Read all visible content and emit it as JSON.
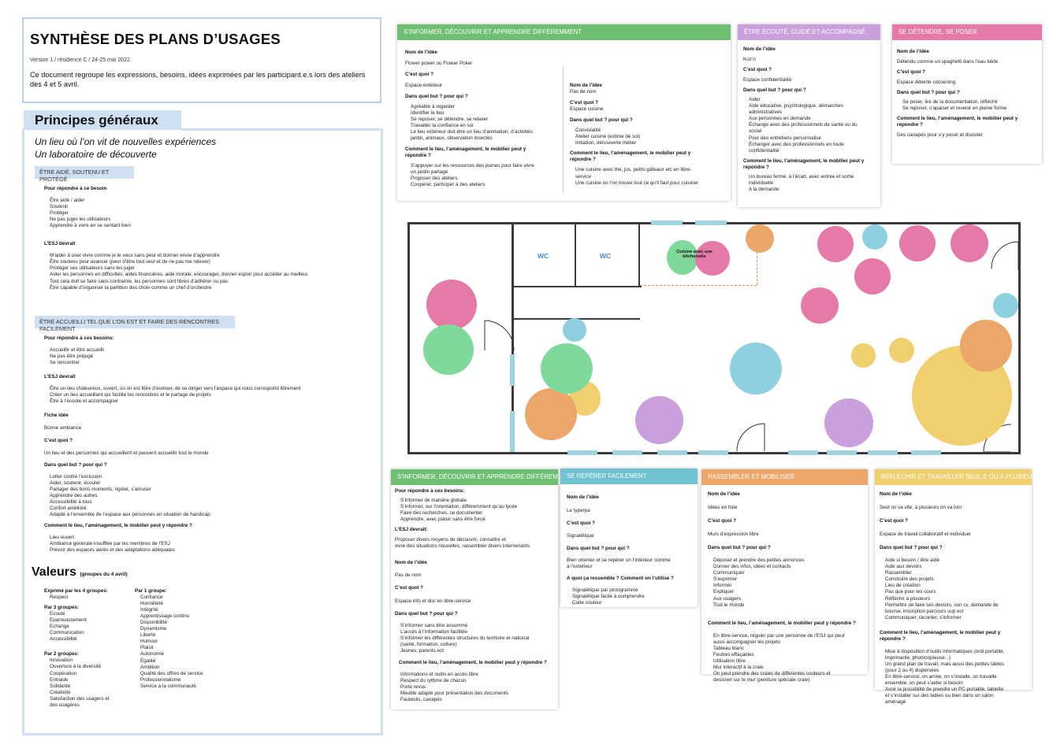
{
  "header": {
    "title": "SYNTHÈSE DES PLANS D’USAGES",
    "version": "Version 1 / résidence C / 24-25 mai 2022",
    "intro": "Ce document regroupe les expressions, besoins, idées exprimées par les participant.e.s lors des ateliers des 4 et 5 avril."
  },
  "principes": {
    "tab": "Principes généraux",
    "tagline1": "Un lieu où l’on vit de nouvelles expériences",
    "tagline2": "Un laboratoire de découverte",
    "s1": {
      "title": "ÊTRE AIDÉ, SOUTENU ET PROTÉGÉ",
      "need_label": "Pour répondre à ce besoin",
      "needs": [
        "Être aidé / aider",
        "Soutenir",
        "Protéger",
        "Ne pas juger les utilisateurs",
        "Apprendre à vivre en se sentant bien"
      ],
      "esj_label": "L’ESJ devrait",
      "esj": [
        "M’aider à oser vivre comme je le veux sans peur et donner envie d’apprendre",
        "Être soutenu pour avancer (peur d’être tout seul et de ne pas me relever)",
        "Protéger ses utilisateurs sans les juger",
        "Aider les personnes en difficultés, aides financières, aide morale, encourager, donner espoir pour accéder au meilleur.",
        "Tout cela doit se faire sans contrainte, les personnes sont libres d’adhérer ou pas",
        "Être capable d’organiser la partition des choix comme un chef d’orchestre"
      ]
    },
    "s2": {
      "title": "ÊTRE ACCUEILLI TEL QUE L’ON EST ET FAIRE DES RENCONTRES FACILEMENT",
      "need_label": "Pour répondre à ces besoins:",
      "needs": [
        "Accueillir et être accueilli",
        "Ne pas être préjugé",
        "Se rencontrer"
      ],
      "esj_label": "L’ESJ devrait",
      "esj": [
        "Être un lieu chaleureux, ouvert, où on est libre d’évoluer, de se diriger vers l’espace qui nous correspond librement",
        "Créer un lieu accueillant qui facilite les rencontres et le partage de projets",
        "Être à l’écoute et accompagner"
      ],
      "fiche_label": "Fiche idée",
      "fiche": "Bonne ambiance",
      "quoi_label": "C’est quoi ?",
      "quoi": "Un lieu et des personnes qui accueillent et peuvent accueillir tout le monde",
      "but_label": "Dans quel but ? pour qui ?",
      "but": [
        "Lutter contre l’exclusion",
        "Aider, soutenir, écouter",
        "Partager des bons moments, rigoler, s’amuser",
        "Apprendre des autres",
        "Accessibilité à tous",
        "Confort amélioré",
        "Adapté à l’ensemble de l’espace aux personnes en situation de handicap"
      ],
      "comment_label": "Comment le lieu, l’aménagement, le mobilier peut y répondre ?",
      "comment": [
        "Lieu ouvert",
        "Ambiance générale insufflée par les membres de l’ESJ",
        "Prévoir des espaces aérés et des adaptations adéquates"
      ]
    }
  },
  "valeurs": {
    "title": "Valeurs",
    "sub": "(groupes du 4 avril)",
    "col1": [
      {
        "label": "Exprimé par les 4 groupes:",
        "items": [
          "Respect"
        ]
      },
      {
        "label": "Par 3 groupes:",
        "items": [
          "Ecoute",
          "Epanouissement",
          "Echange",
          "Communication",
          "Accessibilité"
        ]
      },
      {
        "label": "Par 2 groupes:",
        "items": [
          "Innovation",
          "Ouverture à la diversité",
          "Coopération",
          "Entraide",
          "Solidarité",
          "Créativité",
          "Satisfaction des usagers et",
          "des usagères"
        ]
      }
    ],
    "col2": {
      "label": "Par 1 groupe:",
      "items": [
        "Confiance",
        "Honnêteté",
        "Intégrité",
        "Apprentissage continu",
        "Disponibilité",
        "Dynamisme",
        " Liberté",
        "Humour",
        "Plaisir",
        "Autonomie",
        "Égalité",
        "Ambition",
        "Qualité des offres de service",
        "Professionnalisme",
        "Service à la communauté"
      ]
    }
  },
  "cards": {
    "informer_top": {
      "title": "S’INFORMER, DÉCOUVRIR ET APPRENDRE DIFFÉREMMENT",
      "nom_label": "Nom de l’idée",
      "nom": "Flower power ou Flower Poker",
      "quoi_label": "C’est quoi ?",
      "quoi": "Espace extérieur",
      "but_label": "Dans quel but ? pour qui ?",
      "but": [
        "Agréable à regarder",
        "Identifier le lieu",
        "Se reposer, se détendre, se relaxer",
        "Travailler la confiance en soi",
        "Le lieu extérieur doit être un lieu d’animation, d’activités:",
        "jardin, animaux, observation insectes"
      ],
      "comment_label": "Comment le lieu, l’aménagement, le mobilier peut y répondre ?",
      "comment": [
        "S’appuyer sur les ressources des jeunes pour faire vivre",
        "un jardin partagé",
        "Proposer des ateliers",
        "Coopérer, participer à des ateliers"
      ],
      "nom2": "Pas de nom",
      "quoi2": "Espace cuisine",
      "but2": [
        "Convivialité",
        "Atelier cuisine (estime de soi)",
        "Initiation, découverte métier"
      ],
      "comment2": [
        "Une cuisine avec thé, jus, petits gâteaux etc en libre-",
        "service",
        "Une cuisine où l’on trouve tout ce qu’il faut pour cuisiner"
      ]
    },
    "ecoute": {
      "title": "ÊTRE ÉCOUTÉ, GUIDÉ ET ACCOMPAGNÉ",
      "nom_label": "Nom de l’idée",
      "nom": "Koz’ri",
      "quoi_label": "C’est quoi ?",
      "quoi": "Espace confidentialité",
      "but_label": "Dans quel but ? pour qui ?",
      "but": [
        "Aider",
        "Aide éducative, psychologique, démarches",
        "administratives",
        "Aux personnes en demande",
        "Échange avec des professionnels de santé ou du",
        "social",
        "Pour des entretiens personnalisé",
        "Échanger avec des professionnels en toute",
        "confidentialité"
      ],
      "comment_label": "Comment le lieu, l’aménagement, le mobilier peut y répondre ?",
      "comment": [
        "Un bureau fermé, à l’écart, avec entrée et sortie",
        "individuelle",
        "A la demande"
      ]
    },
    "detendre": {
      "title": "SE DÉTENDRE, SE POSER",
      "nom_label": "Nom de l’idée",
      "nom": "Détendu comme un spaghetti dans l’eau tiède",
      "quoi_label": "C’est quoi ?",
      "quoi": "Espace détente cocooning",
      "but_label": "Dans quel but ? pour qui ?",
      "but": [
        "Se poser, lire de la documentation, réfléchir",
        "Se reposer, s’apaiser et revenir en pleine forme"
      ],
      "comment_label": "Comment le lieu, l’aménagement, le mobilier peut y répondre ?",
      "comment": "Des canapés pour s’y poser et discuter"
    },
    "informer_bottom": {
      "title": "S’INFORMER, DÉCOUVRIR ET APPRENDRE DIFFÉREMMENT",
      "need_label": "Pour répondre à ces besoins:",
      "needs": [
        "S’informer de manière globale",
        "S’informer, sur l’orientation, différemment qu’au lycée",
        "Faire des recherches, se documenter",
        "Apprendre, avec plaisir sans être forcé"
      ],
      "esj_label": "L’ESJ devrait:",
      "esj": [
        "Proposer divers moyens de découvrir, connaître et",
        "vivre des situations nouvelles, rassembler divers intervenants"
      ],
      "nom_label": "Nom de l’idée",
      "nom": "Pas de nom",
      "quoi_label": "C’est quoi ?",
      "quoi": "Espace info et doc en libre-service",
      "but_label": "Dans quel but ? pour qui ?",
      "but": [
        "S’informer sans être assommé",
        "L’accès à l’information facilitée",
        "S’informer les différentes structures du territoire et national",
        "(santé, formation, culture)",
        "Jeunes, parents ect"
      ],
      "comment_label": "Comment le lieu, l’aménagement, le mobilier peut y répondre ?",
      "comment": [
        "Informations et outils en accès libre",
        "Respect du rythme de chacun",
        "Porte revus",
        "Meuble adapté pour présentation des documents",
        "Fauteuils, canapés"
      ]
    },
    "reperer": {
      "title": "SE REPÉRER FACILEMENT",
      "nom_label": "Nom de l’idée",
      "nom": "Le typerpa",
      "quoi_label": "C’est quoi ?",
      "quoi": "Signalétique",
      "but_label": "Dans quel but ? pour qui ?",
      "but": [
        "Bien orienter et se repérer un l’intérieur comme",
        "à l’extérieur"
      ],
      "quoi2_label": "A quoi ça ressemble ? Comment on l’utilise ?",
      "quoi2": [
        "Signalétique par pictogramme",
        "Signalétique facile à comprendre",
        "Code couleur"
      ]
    },
    "rassembler": {
      "title": "RASSEMBLER ET MOBILISER",
      "nom_label": "Nom de l’idée",
      "nom": "Idées en folie",
      "quoi_label": "C’est quoi ?",
      "quoi": "Murs d’expression libre",
      "but_label": "Dans quel but ? pour qui ?",
      "but": [
        "Déposer et prendre des petites annonces",
        "Donner des infos, idées et contacts",
        "Communiquer",
        "S’exprimer",
        "Informer",
        "Expliquer",
        "Aux usagers",
        "Tout le monde"
      ],
      "comment_label": "Comment le lieu, l’aménagement, le mobilier peut y répondre ?",
      "comment": [
        "En libre-service, réguler par une personne de l’ESJ qui peut",
        "aussi accompagner les projets",
        "Tableau blanc",
        "Feutres effaçables",
        "Utilisation libre",
        "Mur interactif à la craie",
        "On peut prendre des craies de différentes couleurs et",
        "dessiner sur le mur (peinture spéciale craie)"
      ]
    },
    "reflechir": {
      "title": "RÉFLÉCHIR ET TRAVAILLER SEUL.E OU À PLUSIEURS",
      "nom_label": "Nom de l’idée",
      "nom": "Seul on va vite, à plusieurs on va loin",
      "quoi_label": "C’est quoi ?",
      "quoi": "Espace de travail collaboratif et individuel",
      "but_label": "Dans quel but ? pour qui ?",
      "but": [
        "Aide si besoin / être aidé",
        "Aide aux devoirs",
        "Rassembler",
        "Construire des projets",
        "Lieu de création",
        "Pas que pour les cours",
        "Réfléchir à plusieurs",
        "Permettre de faire ses devoirs, son cv, demande de",
        "bourse, inscription parcours sup ect",
        "Communiquer, raconter, s’informer"
      ],
      "comment_label": "Comment le lieu, l’aménagement, le mobilier peut y répondre ?",
      "comment": [
        "Mise à disposition d’outils informatiques (ordi portable,",
        "imprimante, photocopieuse...)",
        "Un grand plan de travail, mais aussi des petites tables",
        "(pour 2 ou 4) dispersées",
        "En libre-service, on arrive, on s’installe, on travaille",
        "ensemble, on peut s’aider si besoin",
        "Avoir la possibilité de prendre un PC portable, tablette",
        "et s’installer sur des tables ou bien dans un salon",
        "aménagé"
      ]
    }
  },
  "plan": {
    "wc1": "WC",
    "wc2": "WC",
    "kitchen": "Cuisine avec une kitchenette"
  },
  "colors": {
    "green": "#6fbf73",
    "purple": "#c9a0dc",
    "pink": "#e57aa8",
    "teal": "#6fc2cf",
    "orange": "#eda66a",
    "yellow": "#f0cf6e",
    "light_blue": "#cfe0f2"
  }
}
